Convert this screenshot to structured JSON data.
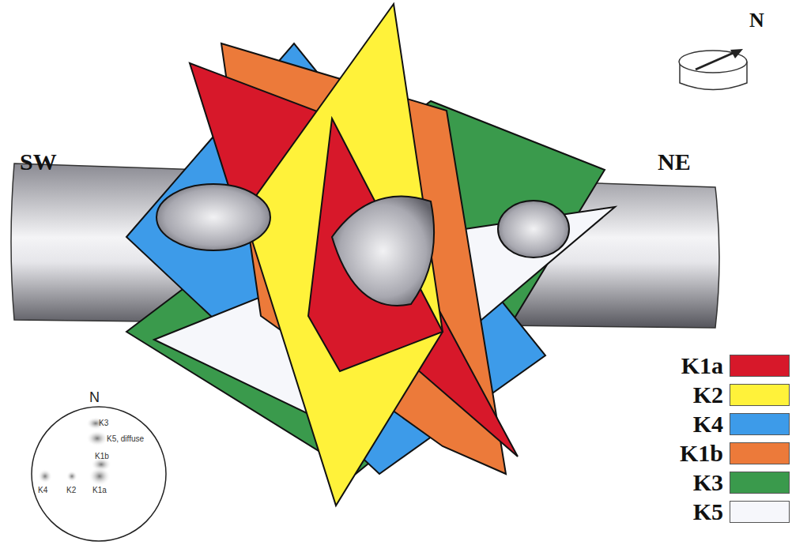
{
  "diagram": {
    "labels": [
      "SW",
      "NE",
      "N",
      "N",
      "K3",
      "K5, diffuse",
      "K1b",
      "K4",
      "K2",
      "K1a"
    ],
    "legend": [
      {
        "text": "K1a",
        "color": "#d7182a"
      },
      {
        "text": "K2",
        "color": "#fff23a"
      },
      {
        "text": "K4",
        "color": "#3d9be9"
      },
      {
        "text": "K1b",
        "color": "#ec7a3a"
      },
      {
        "text": "K3",
        "color": "#3a9a4c"
      },
      {
        "text": "K5",
        "color": "#f6f7fb"
      }
    ]
  }
}
